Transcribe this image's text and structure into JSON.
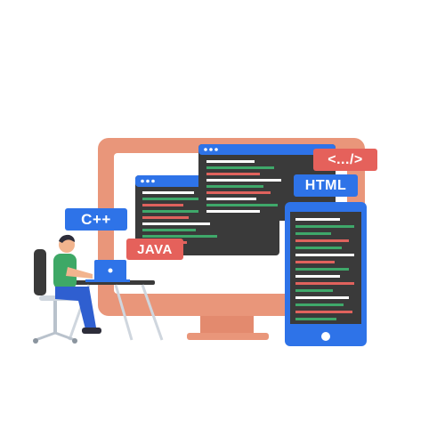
{
  "labels": {
    "cpp": "C++",
    "java": "JAVA",
    "html": "HTML",
    "tag": "<.../>"
  },
  "icons": [
    "desktop-monitor",
    "code-window",
    "smartphone",
    "laptop",
    "office-chair",
    "developer-person"
  ],
  "colors": {
    "monitor_frame": "#e9967a",
    "monitor_stand": "#e38a6e",
    "code_bg": "#3a3a3a",
    "blue": "#2e73e8",
    "red_tag": "#e5615b",
    "code_green": "#3fa86a",
    "code_red": "#e0625d",
    "code_white": "#ffffff",
    "shirt_green": "#3ea866",
    "pants_blue": "#2f5fd0"
  }
}
